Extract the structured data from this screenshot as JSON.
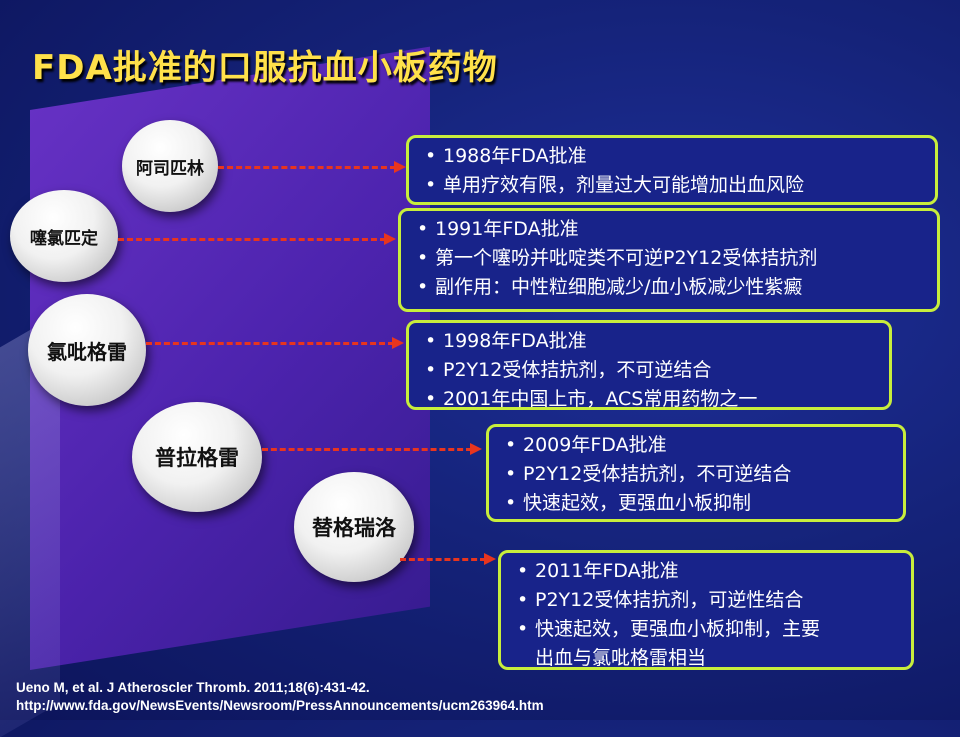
{
  "title": "FDA批准的口服抗血小板药物",
  "drugs": [
    {
      "name": "阿司匹林",
      "bullets": [
        "1988年FDA批准",
        "单用疗效有限，剂量过大可能增加出血风险"
      ]
    },
    {
      "name": "噻氯匹定",
      "bullets": [
        "1991年FDA批准",
        "第一个噻吩并吡啶类不可逆P2Y12受体拮抗剂",
        "副作用：中性粒细胞减少/血小板减少性紫癜"
      ]
    },
    {
      "name": "氯吡格雷",
      "bullets": [
        "1998年FDA批准",
        "P2Y12受体拮抗剂，不可逆结合",
        "2001年中国上市，ACS常用药物之一"
      ]
    },
    {
      "name": "普拉格雷",
      "bullets": [
        "2009年FDA批准",
        "P2Y12受体拮抗剂，不可逆结合",
        "快速起效，更强血小板抑制"
      ]
    },
    {
      "name": "替格瑞洛",
      "bullets": [
        "2011年FDA批准",
        "P2Y12受体拮抗剂，可逆性结合",
        "快速起效，更强血小板抑制，主要",
        "出血与氯吡格雷相当"
      ]
    }
  ],
  "references": [
    "Ueno M, et al. J Atheroscler Thromb. 2011;18(6):431-42.",
    "http://www.fda.gov/NewsEvents/Newsroom/PressAnnouncements/ucm263964.htm"
  ],
  "colors": {
    "title": "#ffe14a",
    "box_border": "#c8ee3c",
    "arrow": "#e8351e",
    "background": "#15237a"
  }
}
